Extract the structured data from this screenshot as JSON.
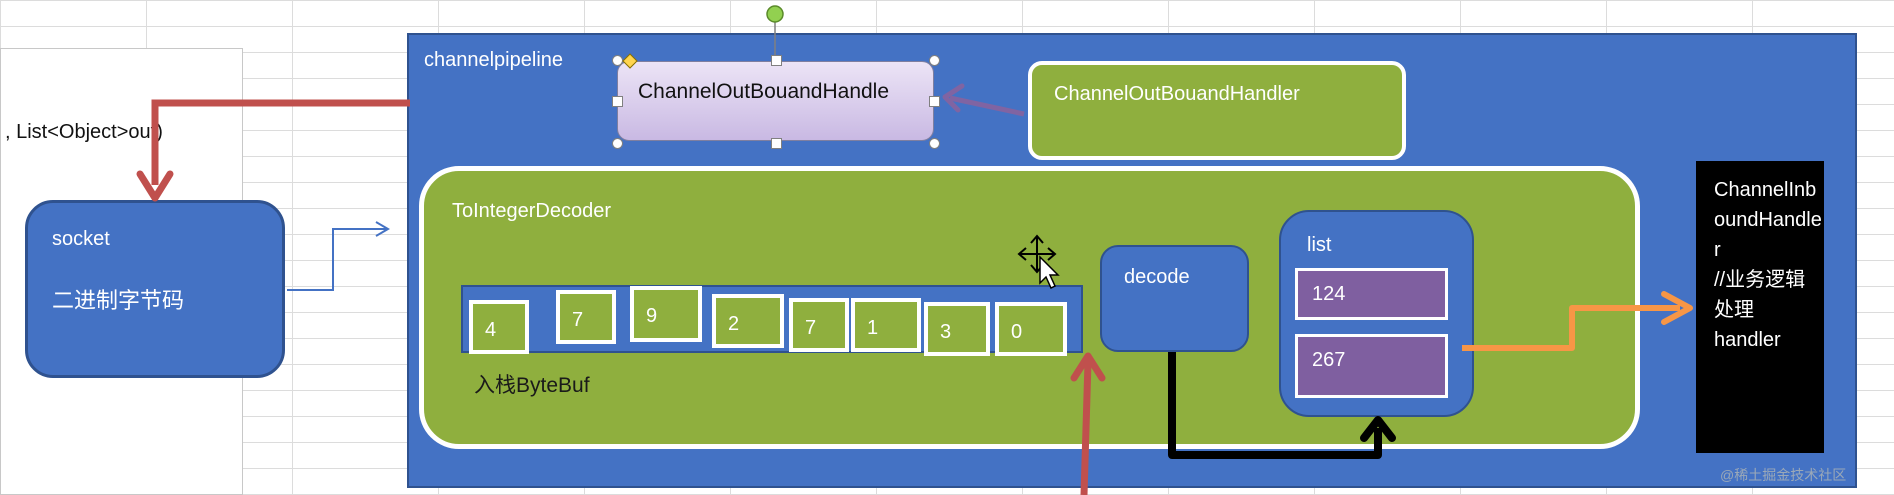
{
  "code_snippet": ", List<Object>out)",
  "socket": {
    "title": "socket",
    "subtitle": "二进制字节码"
  },
  "pipeline": {
    "title": "channelpipeline"
  },
  "outbound_selected": {
    "label": "ChannelOutBouandHandle"
  },
  "outbound_handler": {
    "label": "ChannelOutBouandHandler"
  },
  "decoder": {
    "title": "ToIntegerDecoder",
    "bytebuf_label": "入栈ByteBuf",
    "bytes": [
      "4",
      "7",
      "9",
      "2",
      "7",
      "1",
      "3",
      "0"
    ],
    "decode_label": "decode"
  },
  "list": {
    "title": "list",
    "items": [
      "124",
      "267"
    ]
  },
  "inbound_handler": {
    "lines": [
      "ChannelInb",
      "oundHandle",
      "r",
      "//业务逻辑",
      "处理",
      "handler"
    ]
  },
  "watermark": "@稀土掘金技术社区",
  "colors": {
    "panel_blue": "#4472c4",
    "handler_green": "#8faf3e",
    "list_item_purple": "#7f5fa0",
    "arrow_red": "#c0504d",
    "arrow_orange": "#f79646",
    "connector_purple": "#8064a2",
    "handle_green": "#92d050"
  }
}
